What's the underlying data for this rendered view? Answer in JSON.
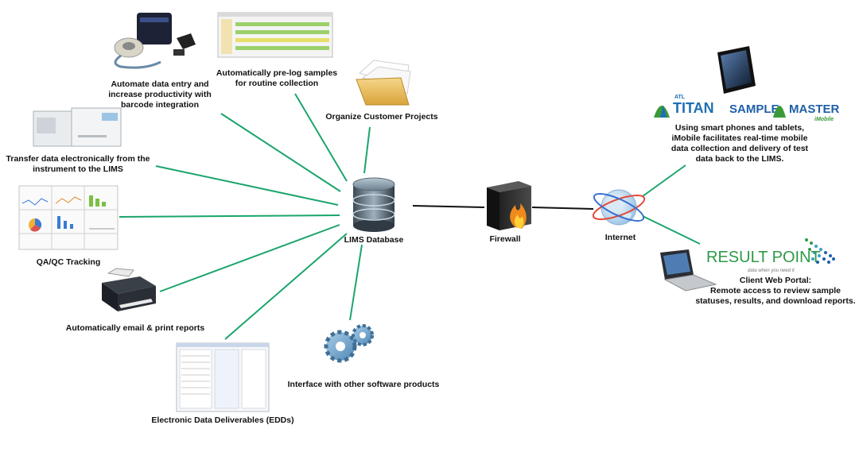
{
  "diagram": {
    "hub": {
      "label": "LIMS Database"
    },
    "firewall": {
      "label": "Firewall"
    },
    "internet": {
      "label": "Internet"
    },
    "features": [
      {
        "id": "barcode",
        "label": "Automate data entry and\nincrease productivity with\nbarcode integration"
      },
      {
        "id": "prelog",
        "label": "Automatically pre-log samples\nfor routine collection"
      },
      {
        "id": "projects",
        "label": "Organize Customer Projects"
      },
      {
        "id": "instrument",
        "label": "Transfer data electronically from the\ninstrument to the LIMS"
      },
      {
        "id": "qaqc",
        "label": "QA/QC Tracking"
      },
      {
        "id": "reports",
        "label": "Automatically email & print reports"
      },
      {
        "id": "edd",
        "label": "Electronic Data Deliverables (EDDs)"
      },
      {
        "id": "interface",
        "label": "Interface with other software products"
      }
    ],
    "mobile": {
      "brand_left_small": "ATL",
      "brand_left": "TITAN",
      "brand_right": "SAMPLE",
      "brand_right2": "MASTER",
      "brand_sub": "iMobile",
      "label": "Using smart phones and tablets,\niMobile facilitates real-time mobile\ndata collection and delivery of test\ndata back to the LIMS."
    },
    "portal": {
      "brand": "RESULT POINT",
      "tagline": "data when you need it",
      "label": "Client Web Portal:\nRemote access to review sample\nstatuses, results, and download reports."
    },
    "colors": {
      "green_line": "#1aa56b",
      "black_line": "#111111",
      "titan_blue": "#1f6fb2",
      "titan_green": "#3a9a3a",
      "resultpoint_green": "#2e9a48",
      "resultpoint_blue": "#1f5fa8"
    }
  }
}
